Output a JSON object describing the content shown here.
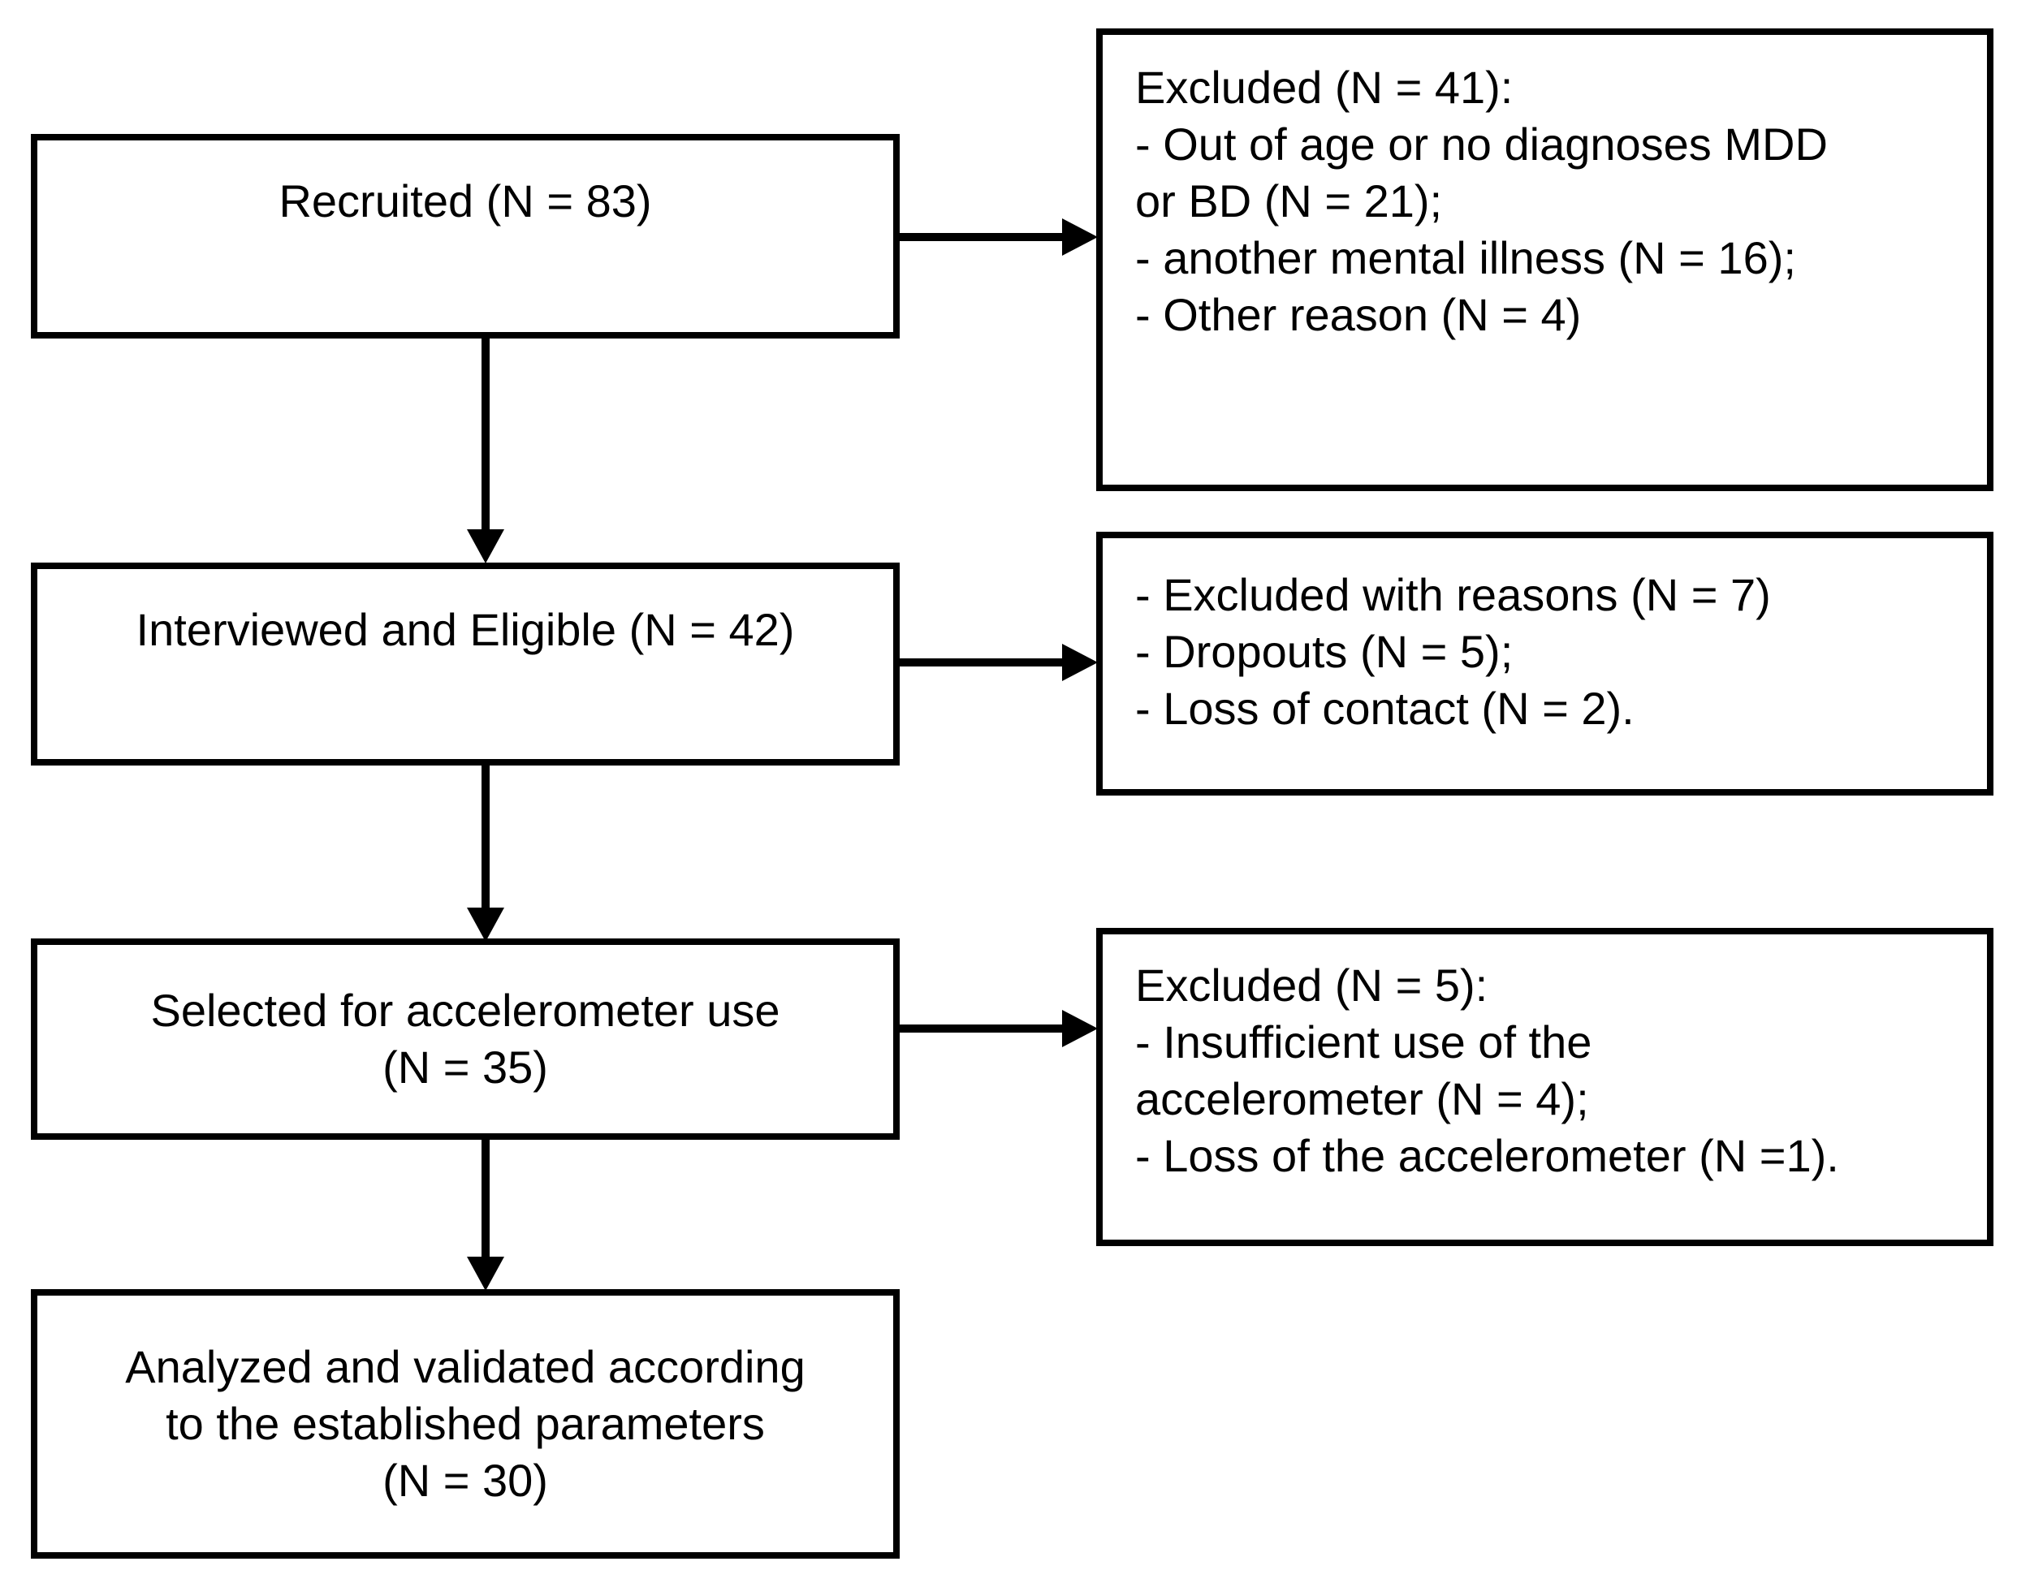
{
  "diagram": {
    "background_color": "#ffffff",
    "box_border_color": "#000000",
    "text_color": "#000000",
    "arrow_color": "#000000",
    "main_flow": [
      {
        "id": "recruited",
        "lines": [
          "Recruited (N = 83)"
        ]
      },
      {
        "id": "interviewed-eligible",
        "lines": [
          "Interviewed and Eligible (N = 42)"
        ]
      },
      {
        "id": "selected-accelerometer",
        "lines": [
          "Selected for accelerometer use",
          "(N = 35)"
        ]
      },
      {
        "id": "analyzed-validated",
        "lines": [
          "Analyzed and validated according",
          "to the established parameters",
          "(N = 30)"
        ]
      }
    ],
    "exclusions": [
      {
        "id": "excluded-after-recruitment",
        "lines": [
          "Excluded (N = 41):",
          "- Out of age or no diagnoses MDD",
          "or BD (N = 21);",
          "- another mental illness (N = 16);",
          "- Other reason (N = 4)"
        ]
      },
      {
        "id": "excluded-after-interview",
        "lines": [
          "- Excluded with reasons (N = 7)",
          "- Dropouts (N = 5);",
          "- Loss of contact (N = 2)."
        ]
      },
      {
        "id": "excluded-after-selection",
        "lines": [
          "Excluded (N = 5):",
          "- Insufficient use of the",
          "accelerometer (N = 4);",
          "- Loss of the accelerometer (N =1)."
        ]
      }
    ]
  }
}
